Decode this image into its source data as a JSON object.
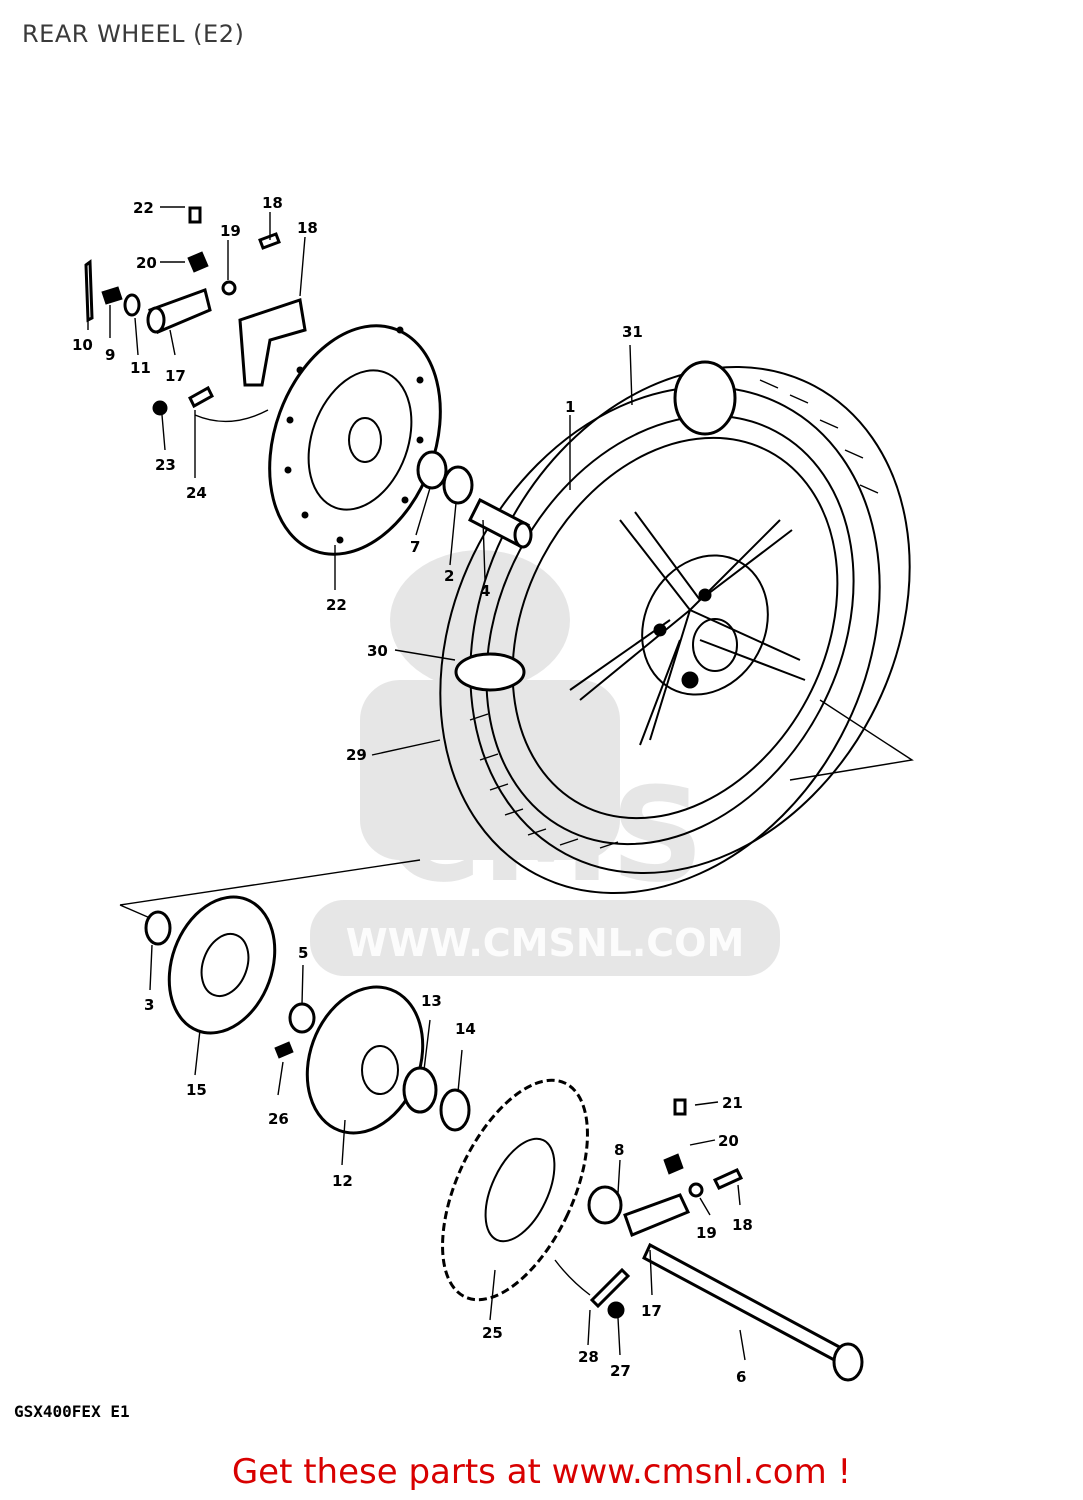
{
  "page": {
    "title": "REAR WHEEL (E2)"
  },
  "watermark": {
    "text": "WWW.CMSNL.COM",
    "logo_letters": "CMS"
  },
  "diagram": {
    "model_code": "GSX400FEX E1",
    "labels": [
      "1",
      "2",
      "3",
      "4",
      "5",
      "6",
      "7",
      "8",
      "10",
      "11",
      "12",
      "13",
      "14",
      "15",
      "17",
      "18",
      "19",
      "20",
      "21",
      "22",
      "23",
      "24",
      "25",
      "26",
      "27",
      "28",
      "29",
      "30",
      "31",
      "9"
    ]
  },
  "footer": {
    "cta_text": "Get these parts at www.cmsnl.com !",
    "cta_color": "#d80000"
  }
}
